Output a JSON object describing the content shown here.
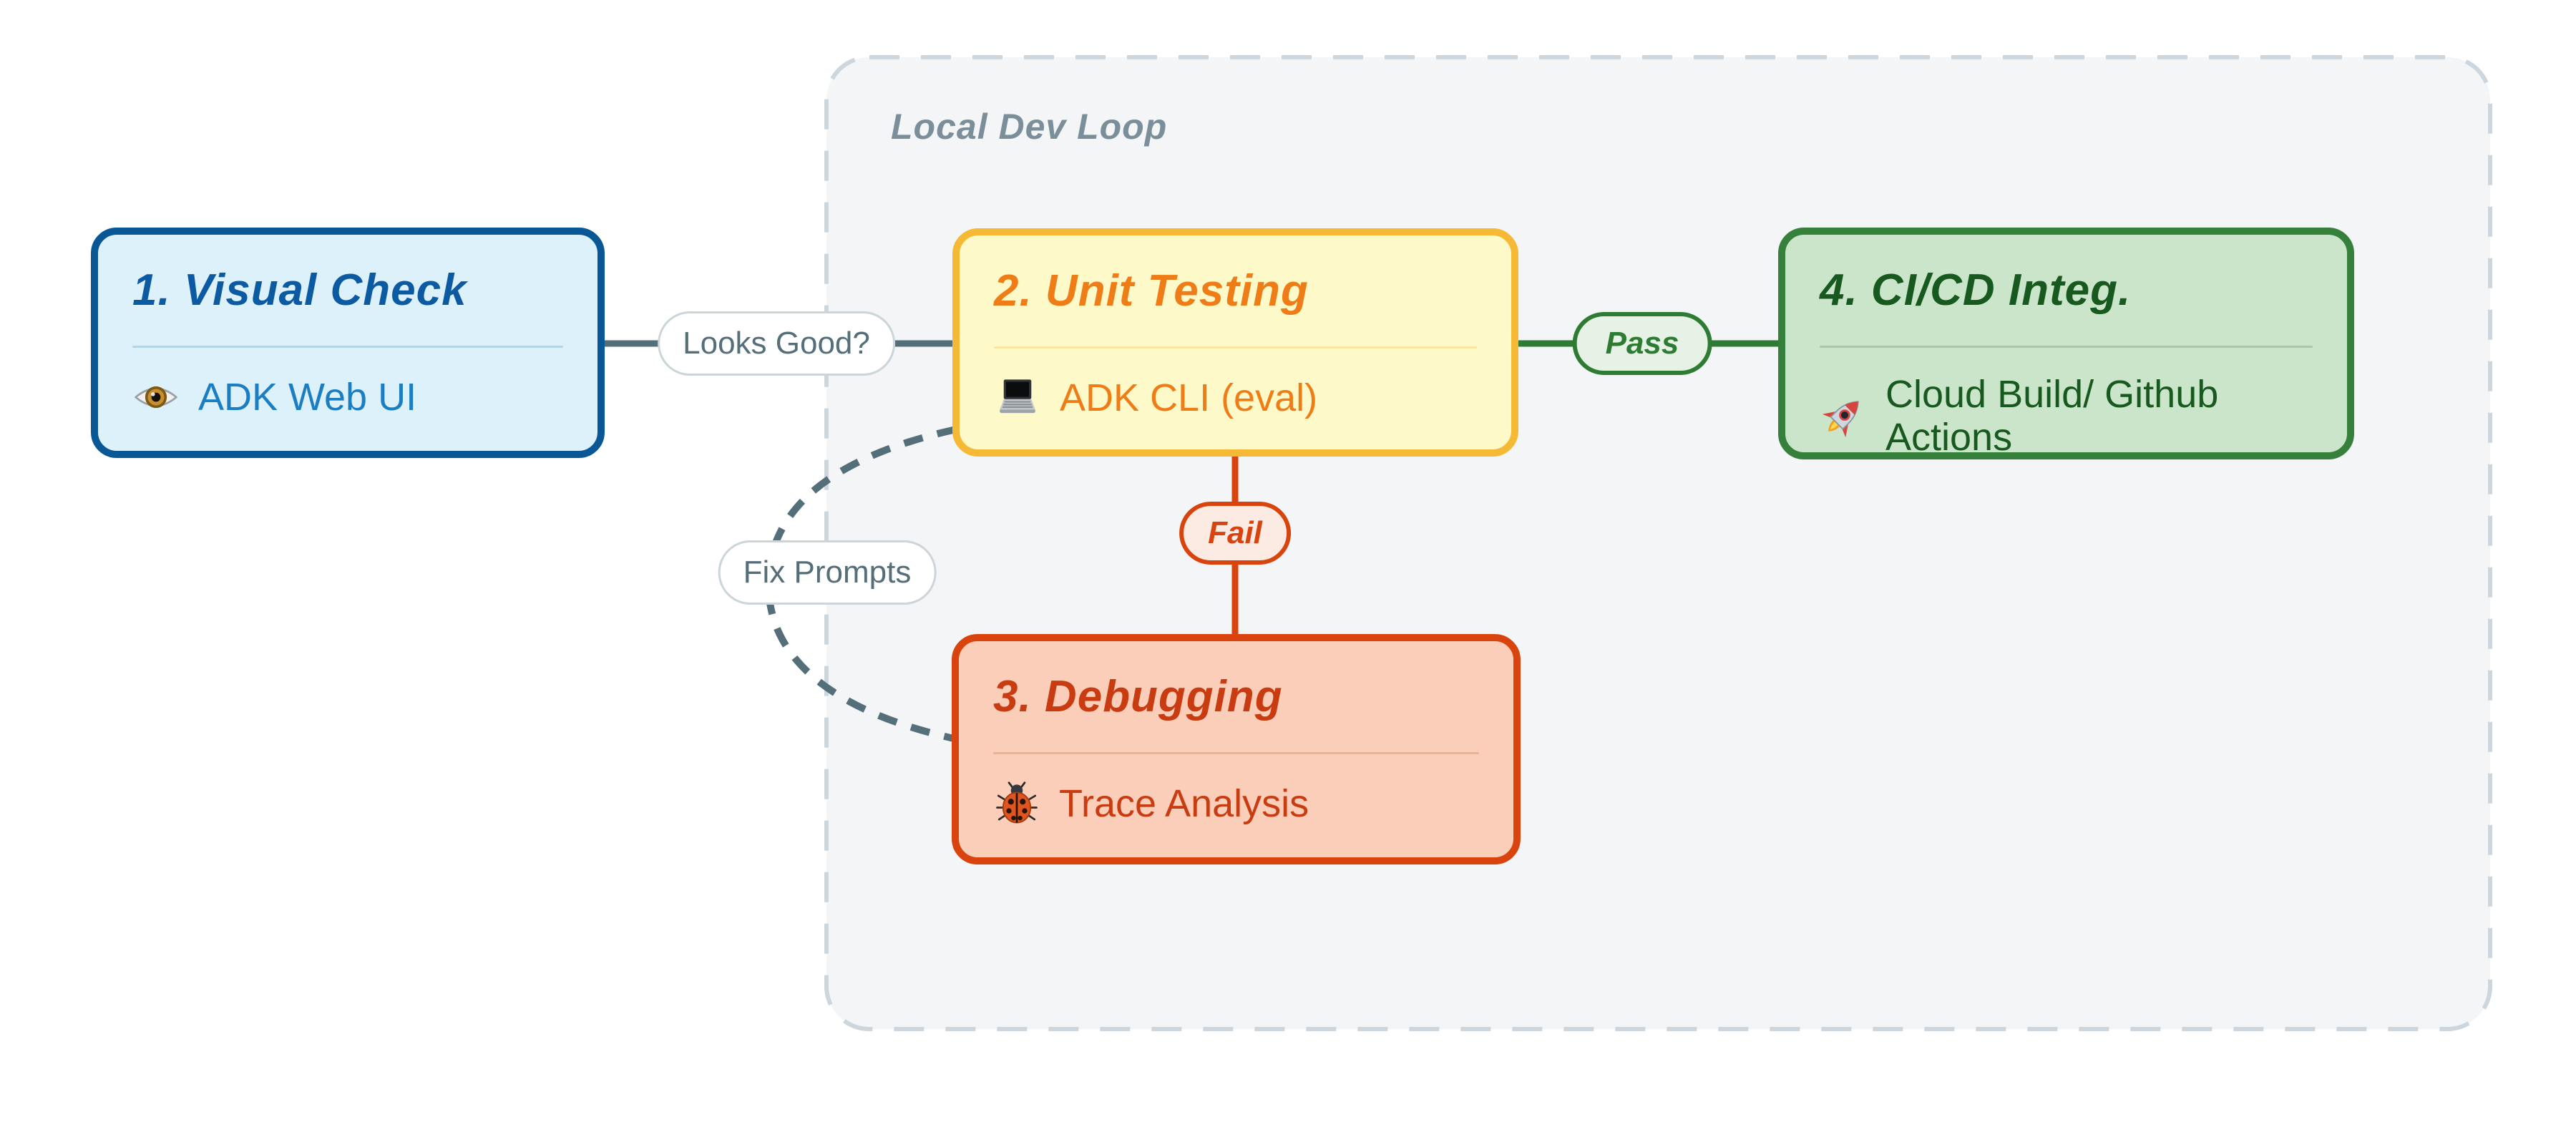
{
  "cluster_label": "Local Dev Loop",
  "nodes": {
    "visual_check": {
      "title": "1. Visual Check",
      "body": "ADK Web UI"
    },
    "unit_testing": {
      "title": "2. Unit Testing",
      "body": "ADK CLI (eval)"
    },
    "debugging": {
      "title": "3. Debugging",
      "body": "Trace Analysis"
    },
    "cicd": {
      "title": "4. CI/CD Integ.",
      "body": "Cloud Build/ Github Actions"
    }
  },
  "edge_labels": {
    "looks_good": "Looks Good?",
    "pass": "Pass",
    "fail": "Fail",
    "fix_prompts": "Fix Prompts"
  },
  "icons": {
    "visual_check": "eye-icon",
    "unit_testing": "laptop-icon",
    "debugging": "bug-icon",
    "cicd": "rocket-icon"
  },
  "colors": {
    "canvas-bg": "#ffffff",
    "cluster-fill": "#f3f5f7",
    "cluster-border": "#ccd6dc",
    "cluster-label": "#7a8f99",
    "slate": "#546e7a",
    "blue-fill": "#ddf1fb",
    "blue-border": "#0a5796",
    "blue-title": "#0c5ba2",
    "blue-body": "#1b7ec2",
    "blue-divider": "#a9d8ef",
    "yellow-fill": "#fdf9c9",
    "yellow-border": "#f6b935",
    "yellow-text": "#ee7d18",
    "yellow-divider": "#f5e7a4",
    "green-fill": "#cbe5ca",
    "green-border": "#35803b",
    "green-text": "#17591f",
    "green-divider": "#a4cba6",
    "red-fill": "#fbceba",
    "red-border": "#d8430e",
    "red-text": "#c93b10",
    "red-divider": "#efb097",
    "edge-green": "#2e7c33",
    "pill-bg": "#ffffff",
    "pill-border": "#cbd5da",
    "pass-fill": "#e6f2e5",
    "fail-fill": "#fcebe3"
  }
}
